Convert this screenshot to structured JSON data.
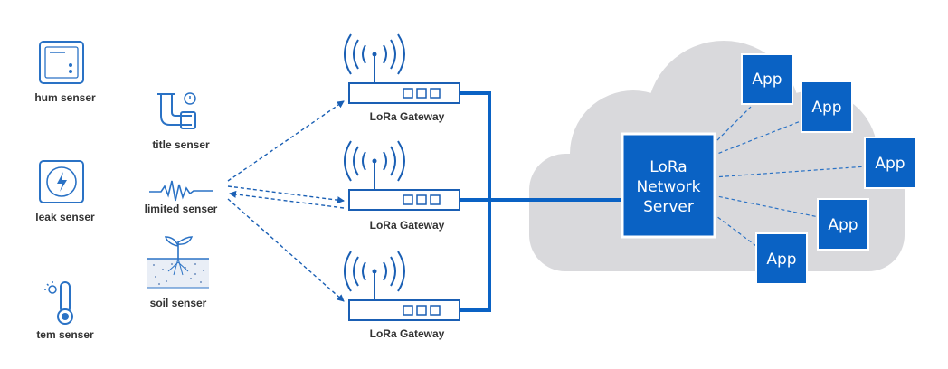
{
  "colors": {
    "primary_blue": "#0a62c4",
    "icon_blue": "#2a72c5",
    "cloud_gray": "#d9d9dc",
    "text": "#333333"
  },
  "sensors": [
    {
      "label": "hum senser",
      "icon": "humidity-panel-icon"
    },
    {
      "label": "leak senser",
      "icon": "leak-panel-icon"
    },
    {
      "label": "tem senser",
      "icon": "thermometer-icon"
    },
    {
      "label": "title senser",
      "icon": "tilt-pipe-icon"
    },
    {
      "label": "limited senser",
      "icon": "vibration-wave-icon"
    },
    {
      "label": "soil senser",
      "icon": "soil-plant-icon"
    }
  ],
  "gateways": [
    {
      "label": "LoRa Gateway"
    },
    {
      "label": "LoRa Gateway"
    },
    {
      "label": "LoRa Gateway"
    }
  ],
  "server": {
    "lines": [
      "LoRa",
      "Network",
      "Server"
    ]
  },
  "apps": [
    {
      "label": "App"
    },
    {
      "label": "App"
    },
    {
      "label": "App"
    },
    {
      "label": "App"
    },
    {
      "label": "App"
    }
  ]
}
